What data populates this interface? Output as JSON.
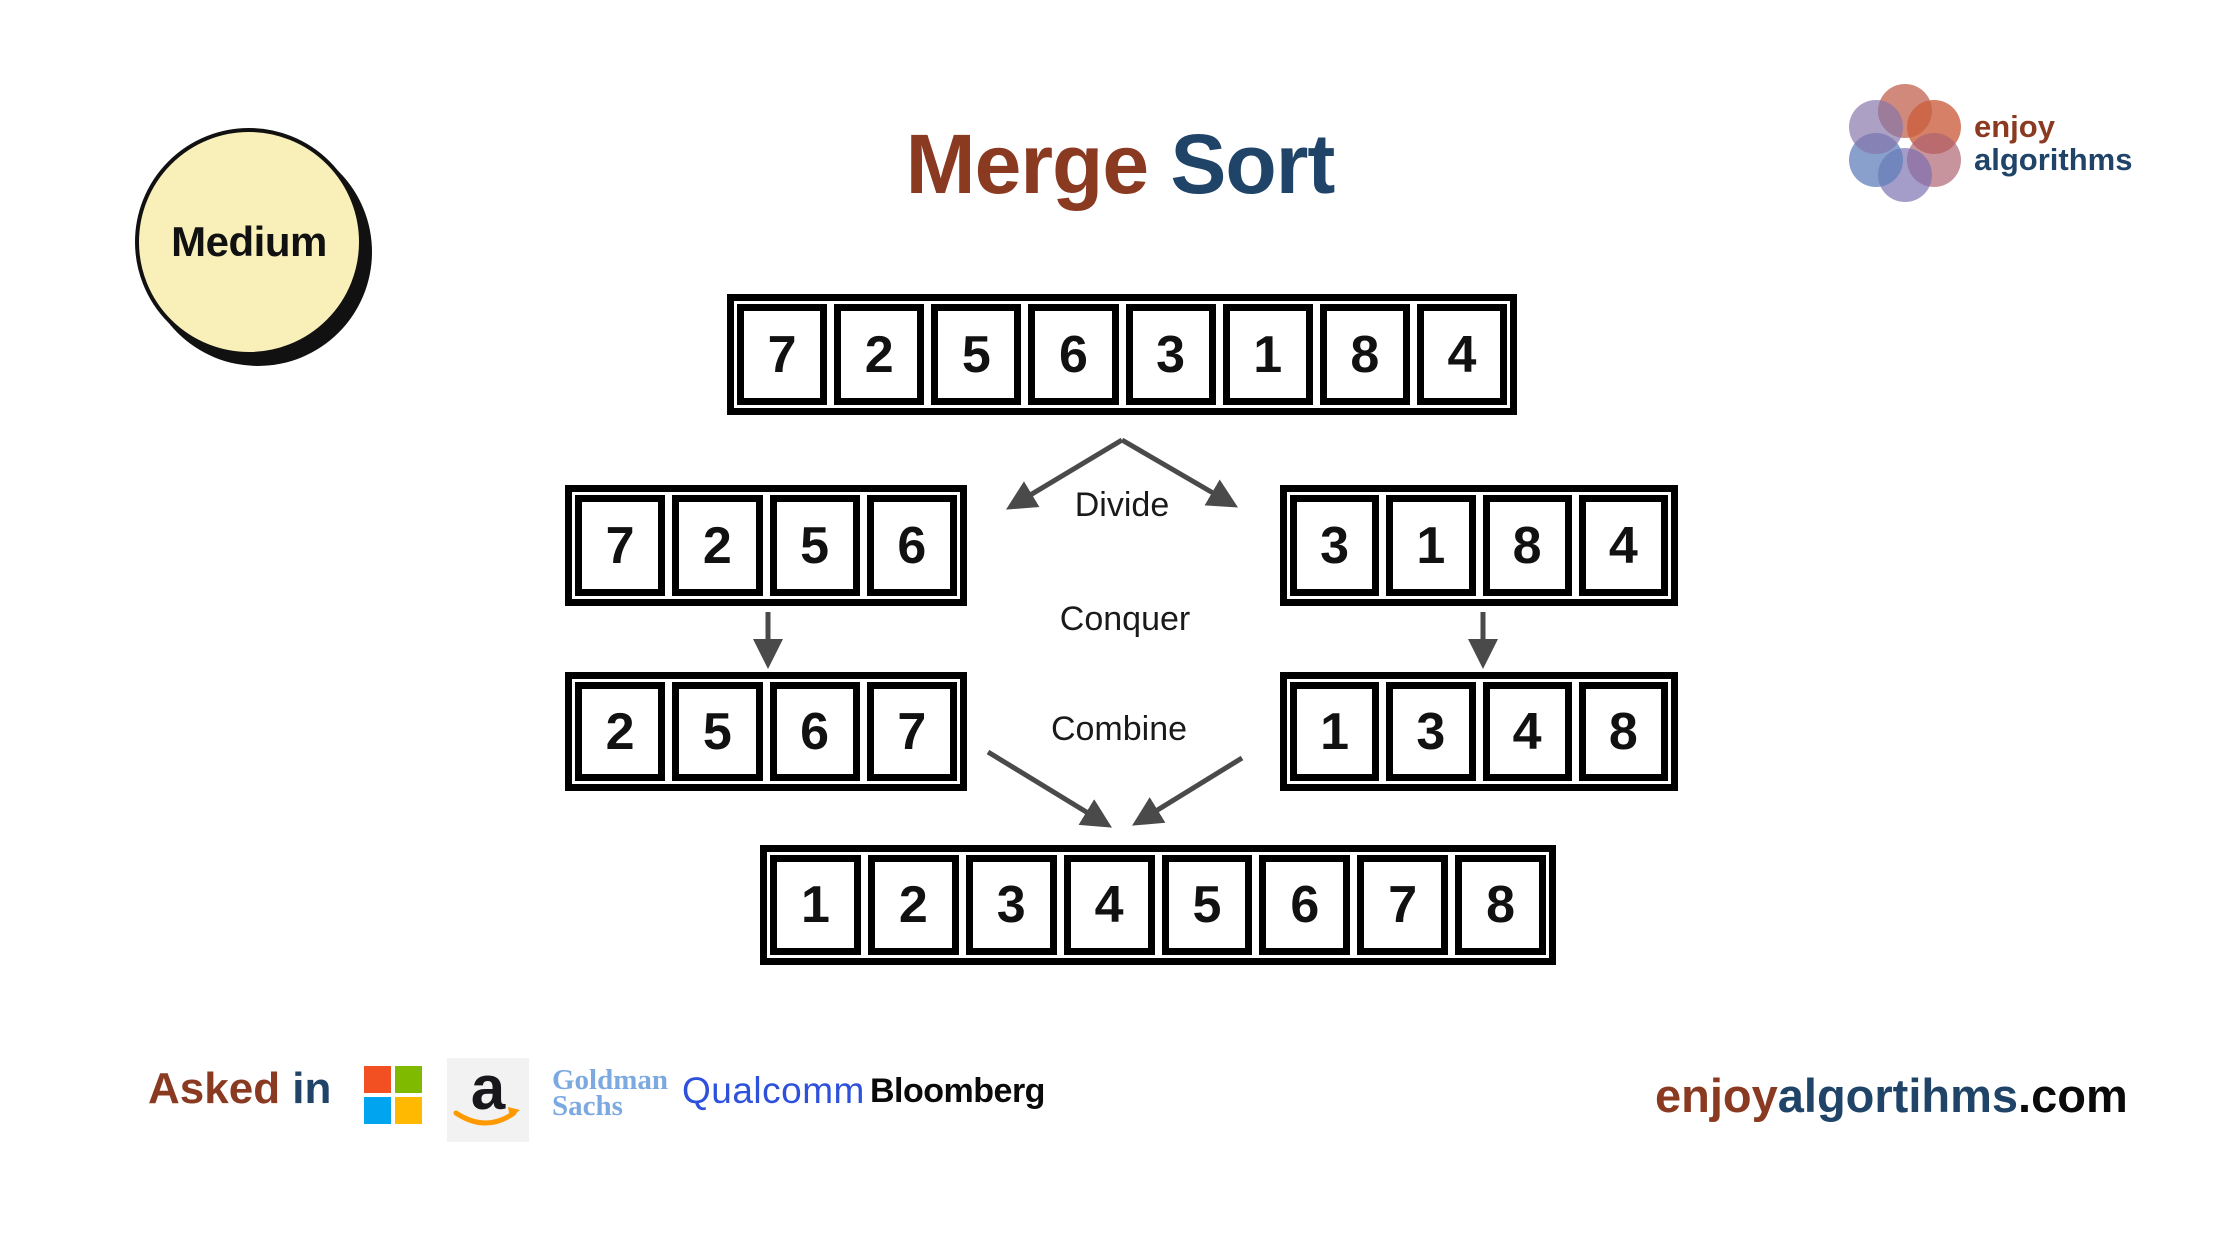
{
  "badge": {
    "label": "Medium"
  },
  "title": {
    "part1": "Merge",
    "part2": " Sort"
  },
  "brand": {
    "line1": "enjoy",
    "line2": "algorithms"
  },
  "diagram": {
    "labels": {
      "divide": "Divide",
      "conquer": "Conquer",
      "combine": "Combine"
    },
    "arrays": {
      "initial": [
        7,
        2,
        5,
        6,
        3,
        1,
        8,
        4
      ],
      "left_half": [
        7,
        2,
        5,
        6
      ],
      "right_half": [
        3,
        1,
        8,
        4
      ],
      "left_sorted": [
        2,
        5,
        6,
        7
      ],
      "right_sorted": [
        1,
        3,
        4,
        8
      ],
      "merged": [
        1,
        2,
        3,
        4,
        5,
        6,
        7,
        8
      ]
    }
  },
  "footer": {
    "asked_in": {
      "part1": "Asked",
      "part2": " in"
    },
    "logos": [
      "microsoft",
      "amazon",
      "goldman-sachs",
      "qualcomm",
      "bloomberg"
    ],
    "amazon_letter": "a",
    "goldman": {
      "line1": "Goldman",
      "line2": "Sachs"
    },
    "qualcomm_text": "Qualcomm",
    "bloomberg_text": "Bloomberg",
    "site": {
      "part1": "enjoy",
      "part2": "algortihms",
      "part3": ".com"
    }
  },
  "colors": {
    "brown": "#8B3A22",
    "navy": "#1F4468",
    "arrow_gray": "#4a4a4a",
    "badge_yellow": "#F9EFB9",
    "goldman_blue": "#7CA9E0",
    "qualcomm_blue": "#2E51DC",
    "amazon_orange": "#FF9900",
    "ms_red": "#F25022",
    "ms_green": "#7FBA00",
    "ms_blue": "#00A4EF",
    "ms_yellow": "#FFB900"
  }
}
